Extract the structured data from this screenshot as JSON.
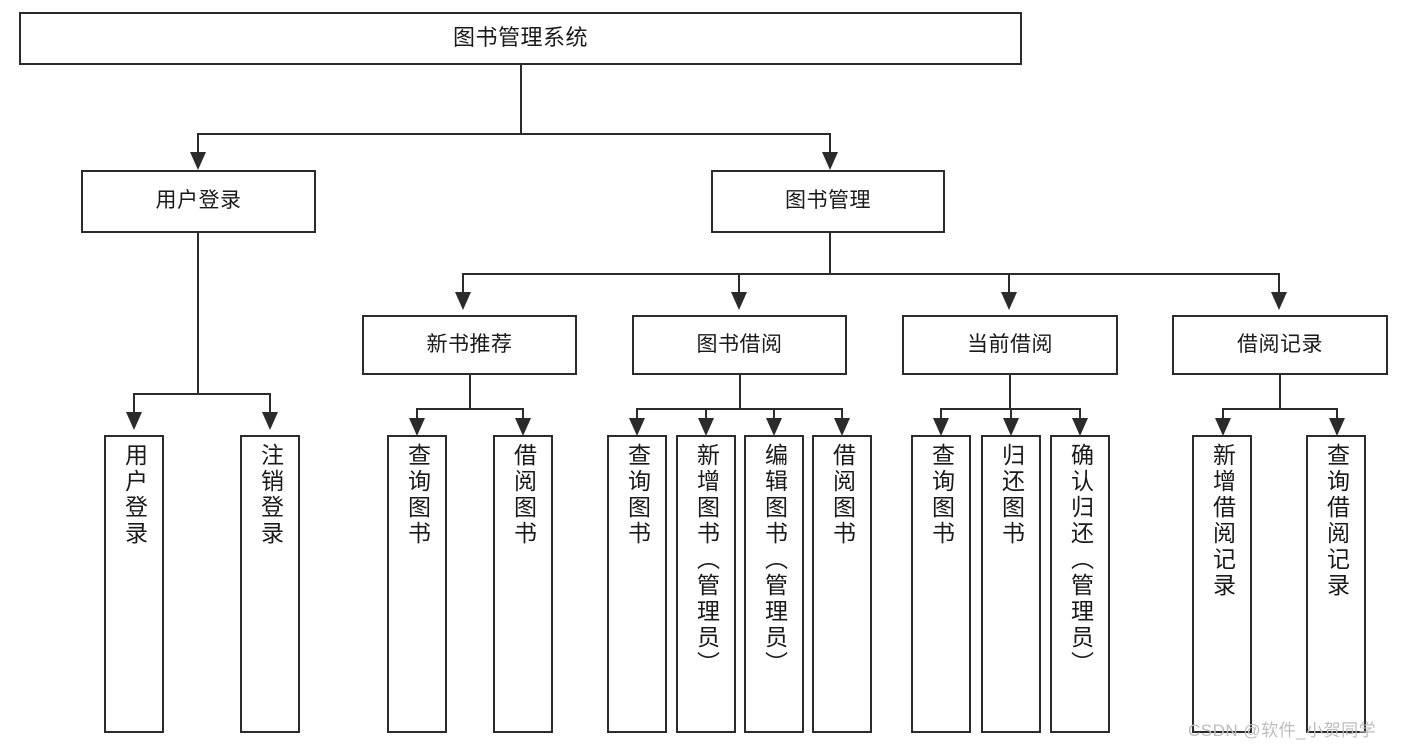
{
  "diagram": {
    "title_node": {
      "label": "图书管理系统"
    },
    "level2": [
      {
        "label": "用户登录"
      },
      {
        "label": "图书管理"
      }
    ],
    "level3": [
      {
        "label": "新书推荐"
      },
      {
        "label": "图书借阅"
      },
      {
        "label": "当前借阅"
      },
      {
        "label": "借阅记录"
      }
    ],
    "leaves": {
      "user_login": [
        {
          "label": "用户登录"
        },
        {
          "label": "注销登录"
        }
      ],
      "new_book_recommend": [
        {
          "label": "查询图书"
        },
        {
          "label": "借阅图书"
        }
      ],
      "book_borrow": [
        {
          "label": "查询图书"
        },
        {
          "label": "新增图书（管理员）"
        },
        {
          "label": "编辑图书（管理员）"
        },
        {
          "label": "借阅图书"
        }
      ],
      "current_borrow": [
        {
          "label": "查询图书"
        },
        {
          "label": "归还图书"
        },
        {
          "label": "确认归还（管理员）"
        }
      ],
      "borrow_record": [
        {
          "label": "新增借阅记录"
        },
        {
          "label": "查询借阅记录"
        }
      ]
    }
  },
  "watermark": {
    "text": "CSDN @软件_小贺同学"
  },
  "colors": {
    "stroke": "#2b2b2b",
    "text": "#1a1a1a",
    "background": "#ffffff",
    "watermark": "#bdbdbd"
  }
}
